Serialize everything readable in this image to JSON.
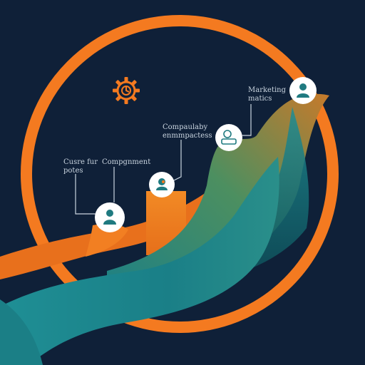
{
  "colors": {
    "background": "#0f2038",
    "orange": "#f47a20",
    "teal": "#1f8f95",
    "teal_dark": "#12616a",
    "green": "#4f8f5e",
    "node_fill": "#ffffff",
    "node_icon": "#1f7a80",
    "label_text": "#c9d4df",
    "gear": "#f47a20"
  },
  "icons": {
    "gear": "gear-icon",
    "person": "person-icon",
    "person_badge": "person-badge-icon",
    "person_card": "person-card-icon"
  },
  "labels": {
    "customer_line1": "Cusre fur",
    "customer_line2": "potes",
    "component": "Compgnment",
    "compatibility_line1": "Compaulaby",
    "compatibility_line2": "enmmpactess",
    "marketing_line1": "Marketing",
    "marketing_line2": "matics"
  }
}
